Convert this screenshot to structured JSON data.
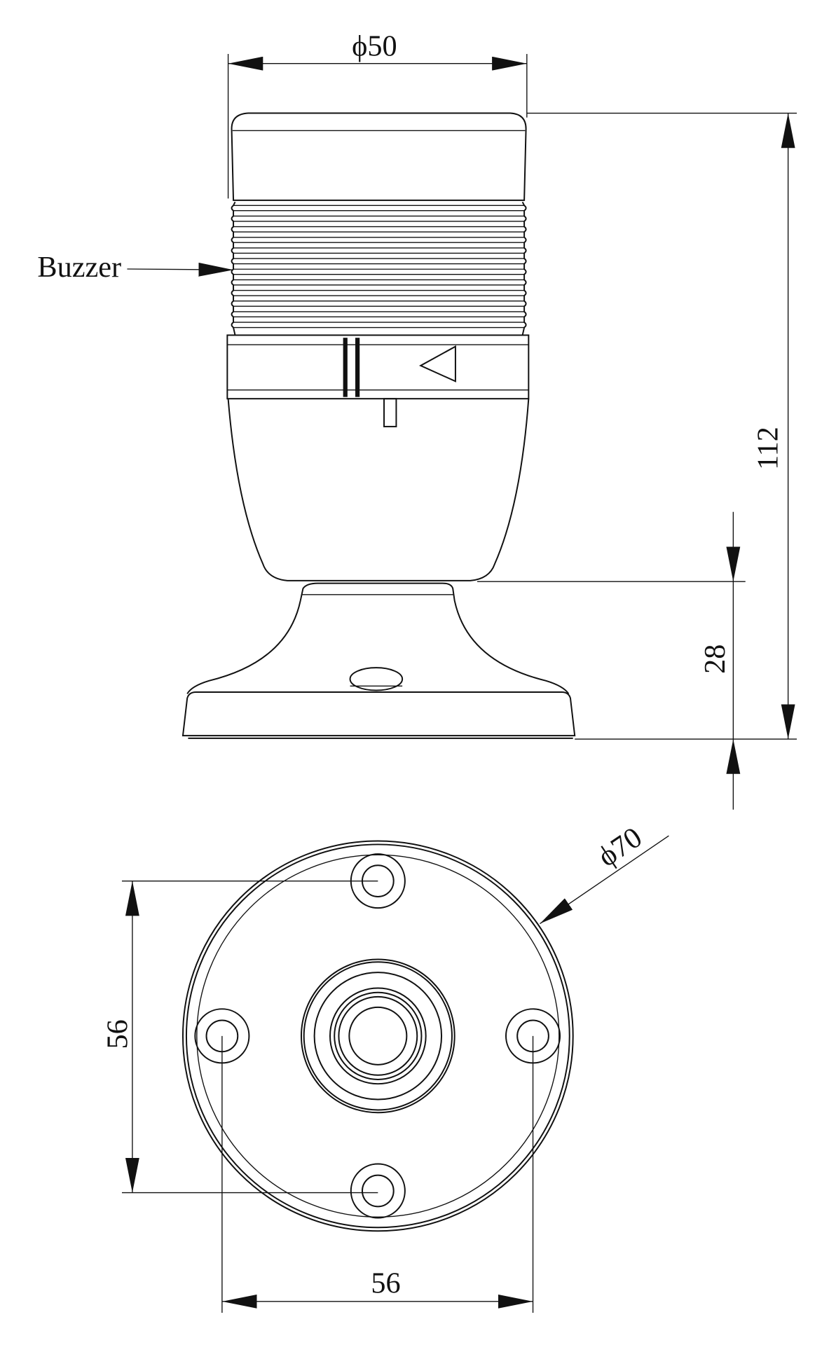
{
  "labels": {
    "top_diameter": "ϕ50",
    "buzzer": "Buzzer",
    "overall_height": "112",
    "base_height": "28",
    "base_diameter": "ϕ70",
    "hole_spacing_vertical": "56",
    "hole_spacing_horizontal": "56"
  },
  "colors": {
    "line": "#111111",
    "background": "#ffffff"
  }
}
